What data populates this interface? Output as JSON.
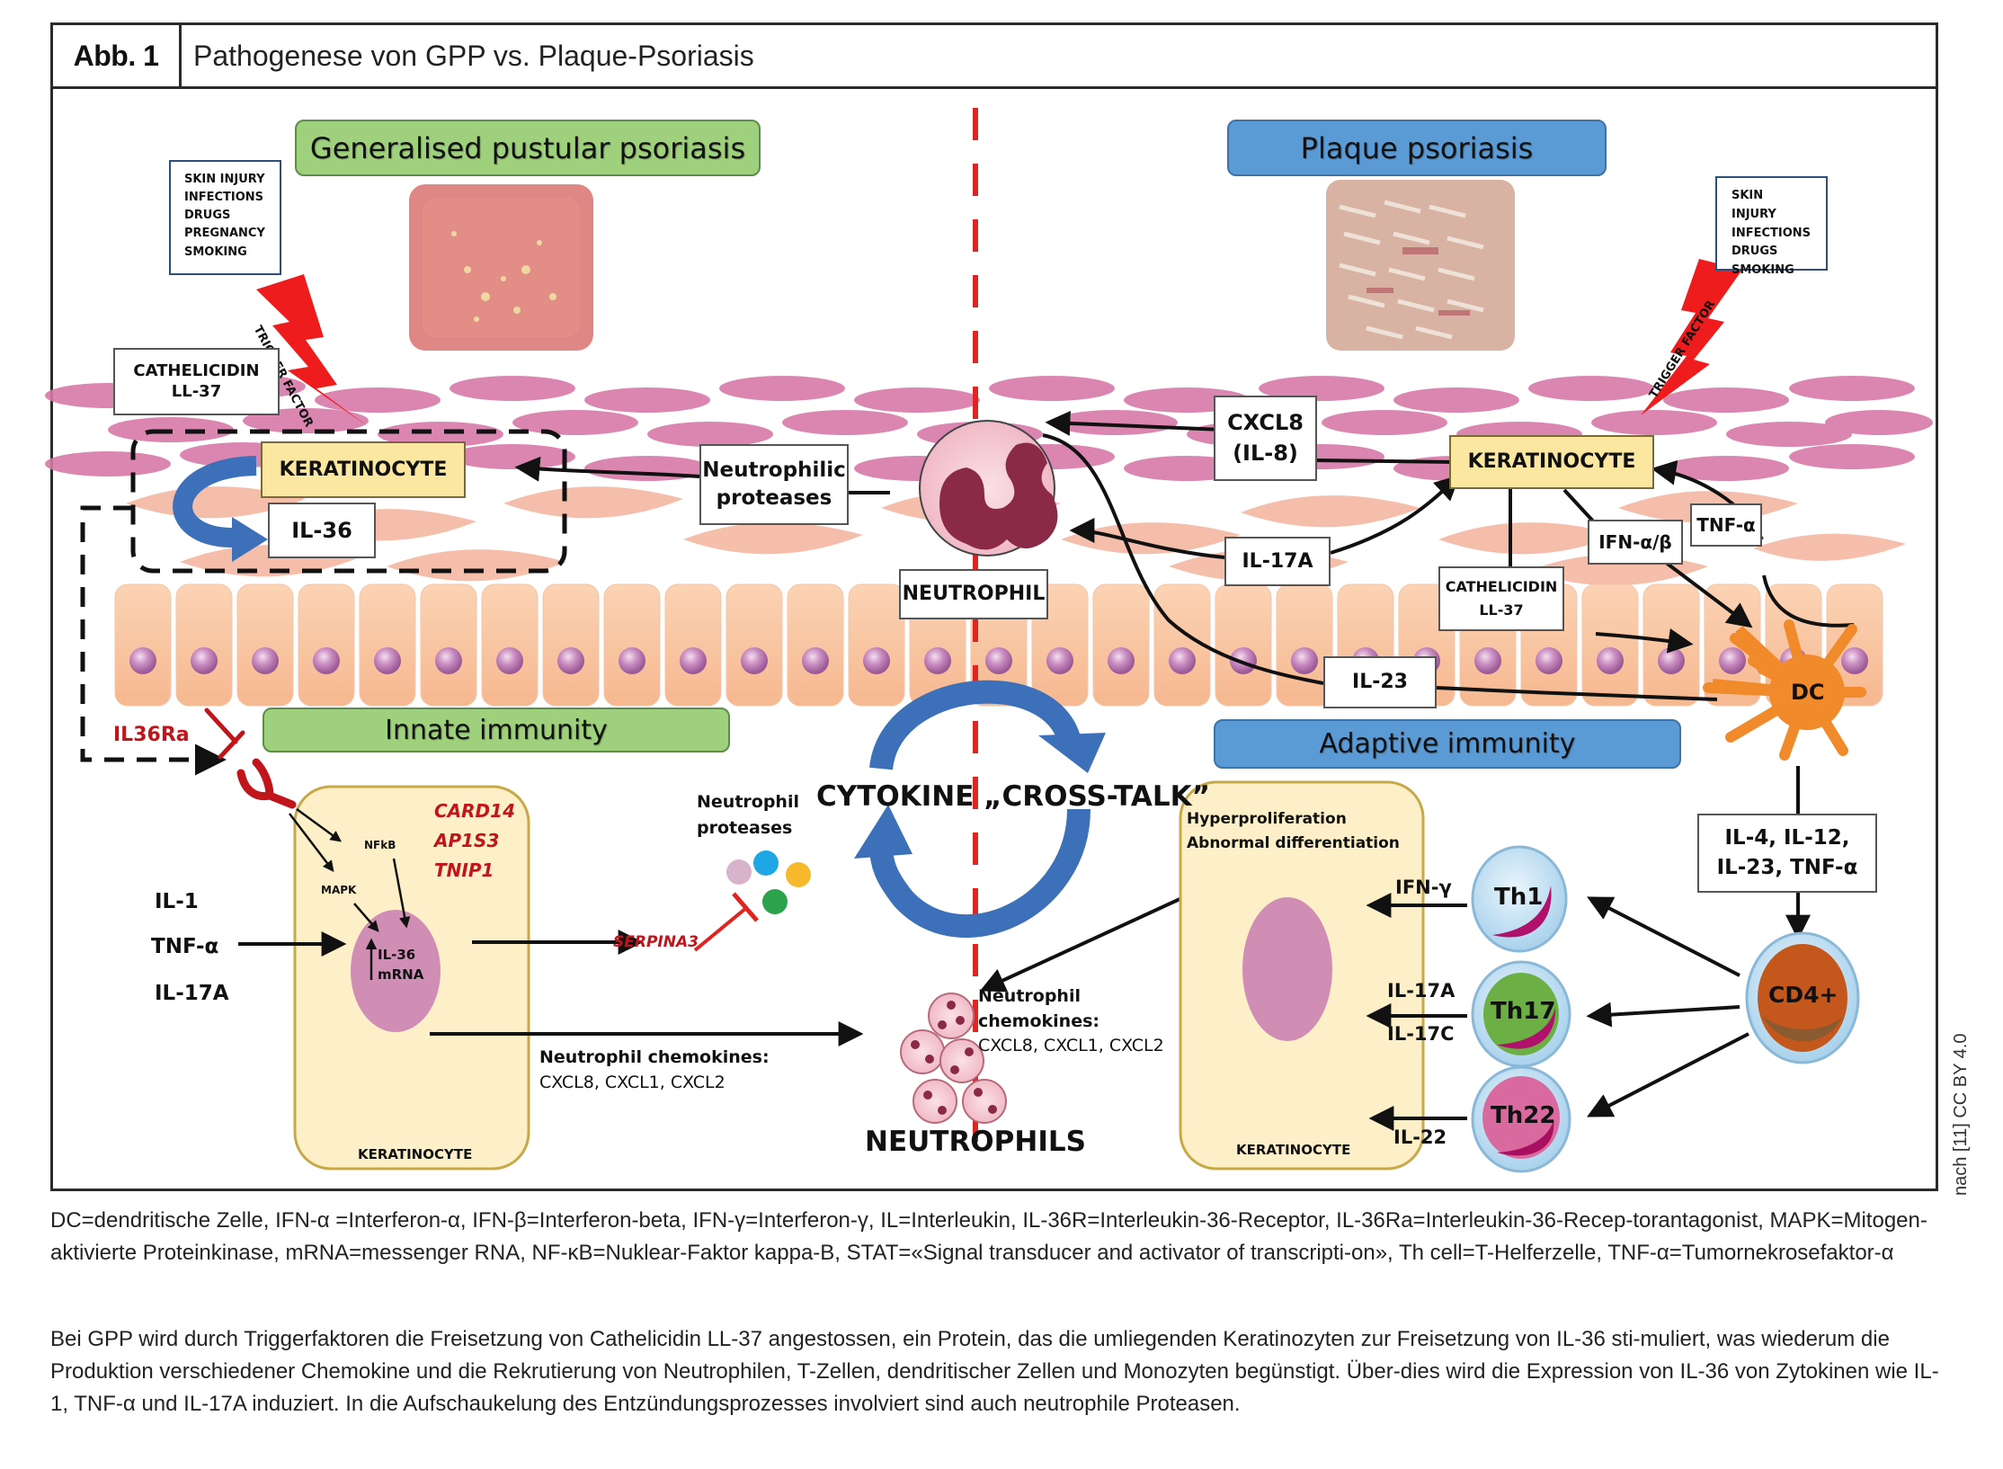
{
  "header": {
    "figure_number": "Abb. 1",
    "title": "Pathogenese von GPP vs. Plaque-Psoriasis"
  },
  "diagram": {
    "left_title": "Generalised pustular psoriasis",
    "right_title": "Plaque psoriasis",
    "left_triggers": [
      "SKIN INJURY",
      "INFECTIONS",
      "DRUGS",
      "PREGNANCY",
      "SMOKING"
    ],
    "right_triggers": [
      "SKIN INJURY",
      "INFECTIONS",
      "DRUGS",
      "SMOKING"
    ],
    "trigger_label": "TRIGGER FACTOR",
    "cathelicidin_left": [
      "CATHELICIDIN",
      "LL-37"
    ],
    "keratinocyte_label": "KERATINOCYTE",
    "il36": "IL-36",
    "neutrophilic_proteases": [
      "Neutrophilic",
      "proteases"
    ],
    "neutrophil": "NEUTROPHIL",
    "cxcl8": [
      "CXCL8",
      "(IL-8)"
    ],
    "il17a": "IL-17A",
    "ifn_ab": "IFN-α/β",
    "tnf_a": "TNF-α",
    "cathelicidin_right": [
      "CATHELICIDIN",
      "LL-37"
    ],
    "il23": "IL-23",
    "dc": "DC",
    "il36ra": "IL36Ra",
    "innate_immunity": "Innate immunity",
    "adaptive_immunity": "Adaptive immunity",
    "nfkb": "NFkB",
    "mapk": "MAPK",
    "genes": [
      "CARD14",
      "AP1S3",
      "TNIP1"
    ],
    "inducers": [
      "IL-1",
      "TNF-α",
      "IL-17A"
    ],
    "il36_mrna": [
      "IL-36",
      "mRNA"
    ],
    "keratinocyte_cell_label": "KERATINOCYTE",
    "serpina3": "SERPINA3",
    "neutrophil_proteases_label": [
      "Neutrophil",
      "proteases"
    ],
    "cross_talk": "CYTOKINE „CROSS-TALK”",
    "chemokines_left": [
      "Neutrophil chemokines:",
      "CXCL8, CXCL1, CXCL2"
    ],
    "chemokines_right": [
      "Neutrophil",
      "chemokines:",
      "CXCL8, CXCL1, CXCL2"
    ],
    "neutrophils": "NEUTROPHILS",
    "hyperproliferation": [
      "Hyperproliferation",
      "Abnormal differentiation"
    ],
    "dc_cytokines": [
      "IL-4, IL-12,",
      "IL-23, TNF-α"
    ],
    "cd4": "CD4+",
    "th1": "Th1",
    "th17": "Th17",
    "th22": "Th22",
    "ifn_g": "IFN-γ",
    "il17a_th17": "IL-17A",
    "il17c": "IL-17C",
    "il22": "IL-22",
    "protease_dot_colors": [
      "#d7b4cc",
      "#1ea7e4",
      "#f6b92b",
      "#2ba24c"
    ],
    "colors": {
      "green_banner": "#9fd17c",
      "blue_banner": "#5b9bd5",
      "keratinocyte_box": "#fbe7a0",
      "cell_body": "#fdf0c8",
      "red_accent": "#c0151b",
      "cross_talk_arrow": "#3c70b8",
      "dc_orange": "#f08a2a"
    }
  },
  "credit": "nach [11] CC BY 4.0",
  "abbreviations": "DC=dendritische Zelle, IFN-α =Interferon-α, IFN-β=Interferon-beta, IFN-γ=Interferon-γ, IL=Interleukin, IL-36R=Interleukin-36-Receptor, IL-36Ra=Interleukin-36-Recep-torantagonist, MAPK=Mitogen-aktivierte Proteinkinase, mRNA=messenger RNA, NF-κB=Nuklear-Faktor kappa-B, STAT=«Signal transducer and activator of transcripti-on», Th cell=T-Helferzelle, TNF-α=Tumornekrosefaktor-α",
  "description": "Bei GPP wird durch Triggerfaktoren die Freisetzung von Cathelicidin LL-37 angestossen, ein Protein, das die umliegenden Keratinozyten zur Freisetzung von IL-36 sti-muliert, was wiederum die Produktion verschiedener Chemokine und die Rekrutierung von Neutrophilen, T-Zellen, dendritischer Zellen und Monozyten begünstigt. Über-dies wird die Expression von IL-36 von Zytokinen wie IL-1, TNF-α und IL-17A induziert. In die Aufschaukelung des Entzündungsprozesses involviert sind auch neutrophile Proteasen."
}
